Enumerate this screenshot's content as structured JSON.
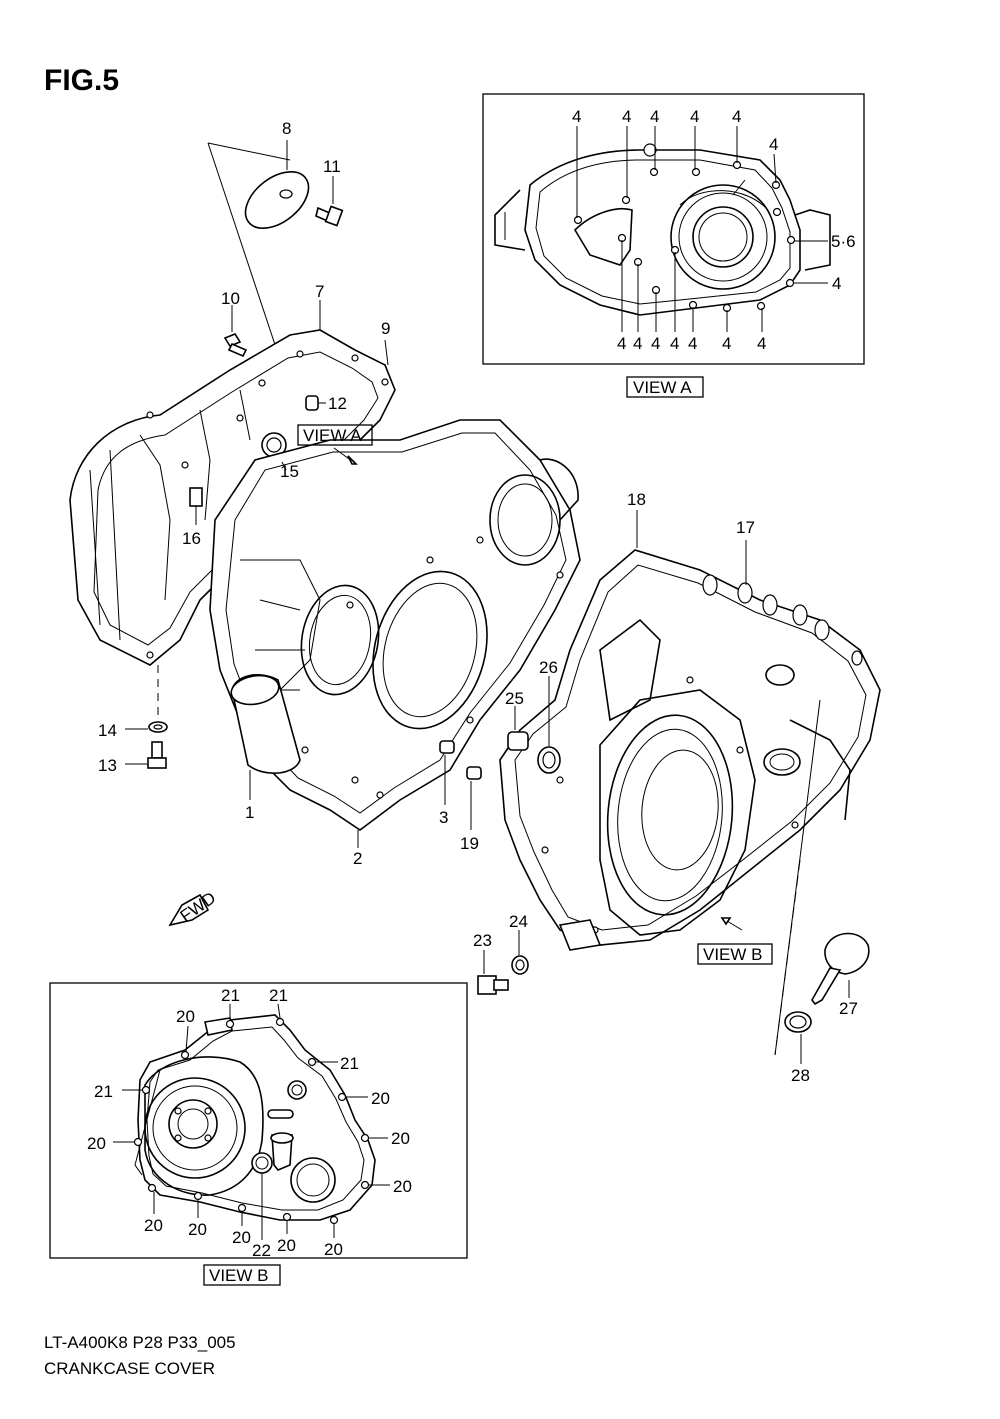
{
  "figure": {
    "title": "FIG.5",
    "footer_code": "LT-A400K8 P28 P33_005",
    "footer_name": "CRANKCASE COVER"
  },
  "views": {
    "view_a": "VIEW A",
    "view_b": "VIEW B",
    "fwd": "FWD"
  },
  "parts": {
    "p1": "1",
    "p2": "2",
    "p3": "3",
    "p7": "7",
    "p8": "8",
    "p9": "9",
    "p10": "10",
    "p11": "11",
    "p12": "12",
    "p13": "13",
    "p14": "14",
    "p15": "15",
    "p16": "16",
    "p17": "17",
    "p18": "18",
    "p19": "19",
    "p23": "23",
    "p24": "24",
    "p25": "25",
    "p26": "26",
    "p27": "27",
    "p28": "28"
  },
  "view_a_labels": {
    "bolt": "4",
    "pair": "5·6"
  },
  "view_b_labels": {
    "l20": "20",
    "l21": "21",
    "l22": "22"
  }
}
